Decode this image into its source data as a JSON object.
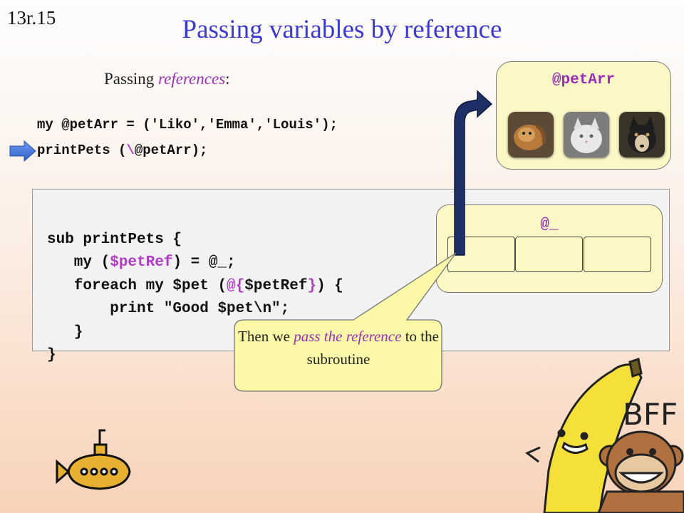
{
  "slide_number": "13r.15",
  "title": "Passing variables by reference",
  "intro": {
    "prefix": "Passing ",
    "emphasis": "references",
    "suffix": ":"
  },
  "code_top": {
    "line1": "my @petArr = ('Liko','Emma','Louis');",
    "line2_prefix": "printPets (",
    "line2_backslash": "\\",
    "line2_suffix": "@petArr);"
  },
  "sub_code": {
    "line1": "sub printPets {",
    "line2_a": "   my (",
    "line2_b": "$petRef",
    "line2_c": ") = @_;",
    "line3_a": "   foreach my $pet (",
    "line3_b": "@{",
    "line3_c": "$petRef",
    "line3_d": "}",
    "line3_e": ") {",
    "line4": "       print \"Good $pet\\n\";",
    "line5": "   }",
    "line6": "}"
  },
  "args_label": "@_",
  "pet_array_label": "@petArr",
  "callout": {
    "text_a": "Then we ",
    "text_b": "pass the reference",
    "text_c": " to the subroutine"
  },
  "bff_text": "BFF",
  "colors": {
    "title": "#3b3bd0",
    "purple": "#9a2fb6",
    "box_fill": "#fbf8c6",
    "arrow": "#1d2f66",
    "indicator": "#3b6fd8"
  }
}
